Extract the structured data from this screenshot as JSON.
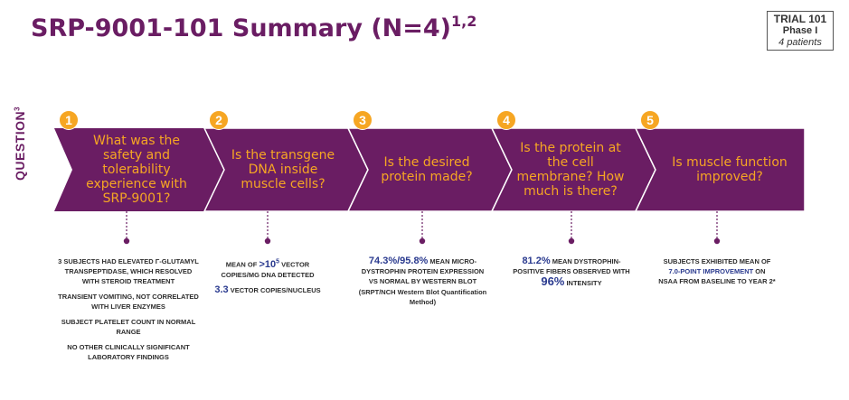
{
  "title": {
    "main": "SRP-9001-101 Summary (N=4)",
    "sup": "1,2"
  },
  "trial": {
    "line1": "TRIAL 101",
    "line2": "Phase I",
    "line3": "4 patients"
  },
  "question_label": {
    "text": "QUESTION",
    "sup": "3"
  },
  "colors": {
    "band": "#6a1d63",
    "accent": "#f6a623",
    "highlight": "#2a3a8f"
  },
  "steps": [
    {
      "number": "1",
      "question": "What was the safety and tolerability experience with SRP-9001?"
    },
    {
      "number": "2",
      "question": "Is the transgene DNA inside muscle cells?"
    },
    {
      "number": "3",
      "question": "Is the desired protein made?"
    },
    {
      "number": "4",
      "question": "Is the protein at the cell membrane? How much is there?"
    },
    {
      "number": "5",
      "question": "Is muscle function improved?"
    }
  ],
  "results": {
    "r1": {
      "p1": "3 subjects had elevated γ-glutamyl transpeptidase, which resolved with steroid treatment",
      "p2": "Transient vomiting, not correlated with liver enzymes",
      "p3": "Subject platelet count in normal range",
      "p4": "No other clinically significant laboratory findings"
    },
    "r2": {
      "pre": "Mean of ",
      "hl": ">10",
      "hl_sup": "5",
      "post": " vector copies/µg DNA detected",
      "hl2": "3.3",
      "post2": " vector copies/nucleus"
    },
    "r3": {
      "hl": "74.3%/95.8%",
      "post": " mean micro-dystrophin protein expression vs normal by western blot",
      "note": "(SRPT/NCH Western Blot Quantification Method)"
    },
    "r4": {
      "hl": "81.2%",
      "post": " mean dystrophin-positive fibers observed with ",
      "hl2": "96%",
      "post2": " intensity"
    },
    "r5": {
      "pre": "Subjects exhibited mean of ",
      "hl": "7.0-point improvement",
      "post": " on NSAA from baseline to year 2*"
    }
  }
}
